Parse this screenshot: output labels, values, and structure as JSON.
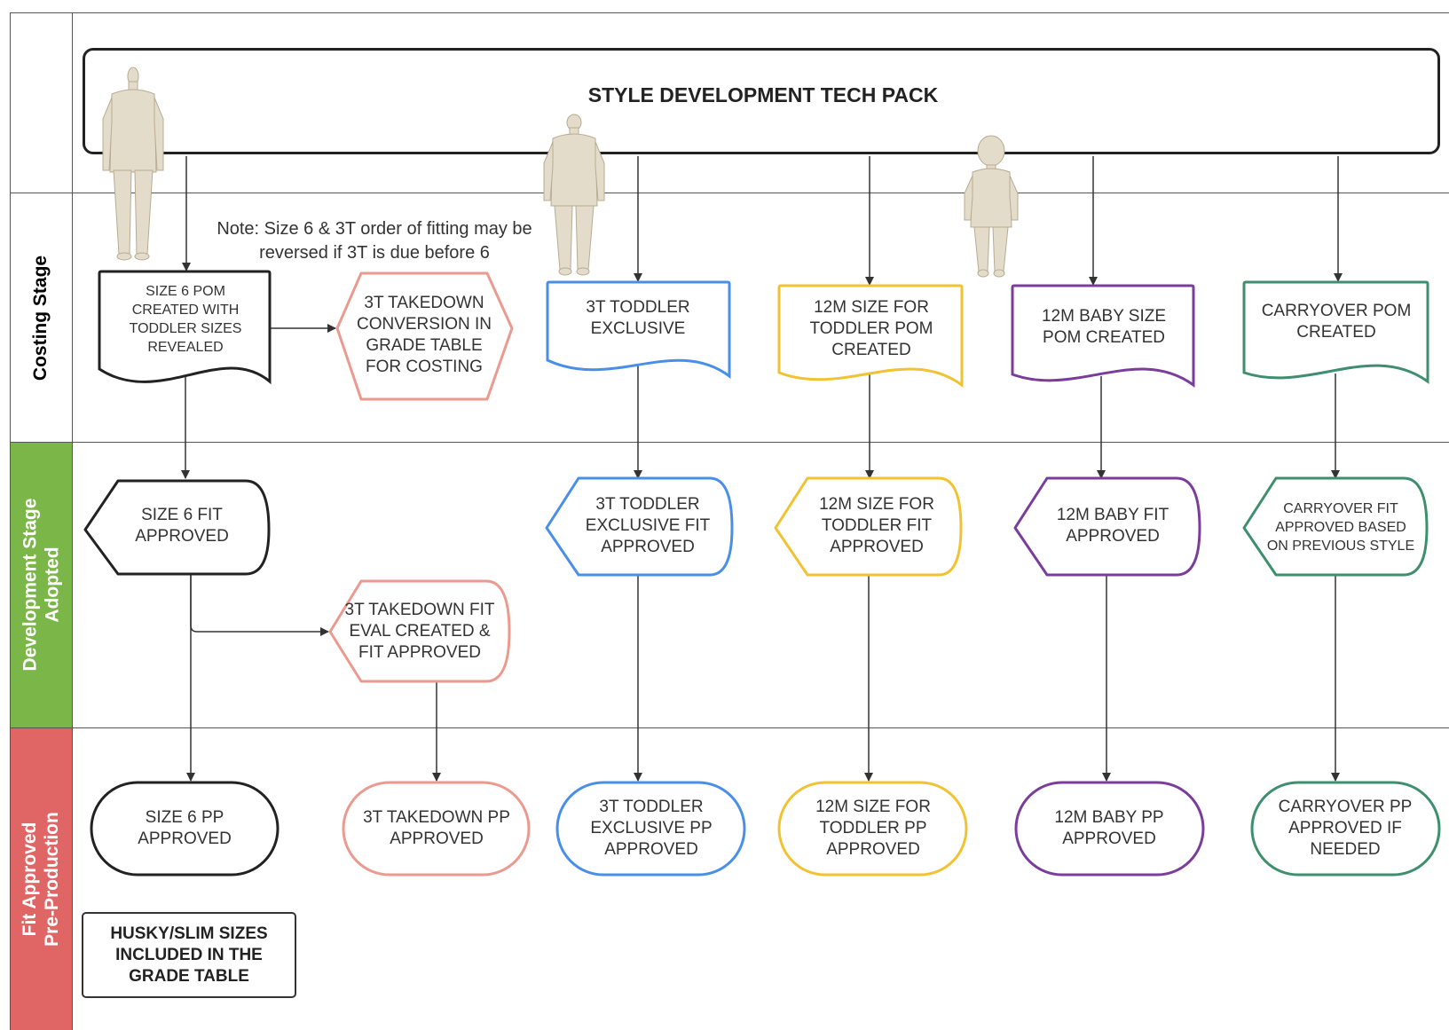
{
  "title": "STYLE DEVELOPMENT TECH PACK",
  "note": "Note: Size 6 & 3T order of fitting may be reversed if 3T is due before 6",
  "lanes": {
    "costing": "Costing Stage",
    "dev_line1": "Development Stage",
    "dev_line2": "Adopted",
    "fit_line1": "Fit Approved",
    "fit_line2": "Pre-Production"
  },
  "colors": {
    "black": "#222222",
    "salmon": "#ea9a8f",
    "blue": "#4a8fe7",
    "yellow": "#f1c232",
    "purple": "#7b3d9c",
    "green": "#3d8f6f",
    "dev_lane": "#7ab648",
    "fit_lane": "#e06666"
  },
  "costing": {
    "size6": "SIZE 6 POM CREATED WITH TODDLER SIZES REVEALED",
    "takedown": "3T TAKEDOWN CONVERSION IN GRADE TABLE FOR COSTING",
    "toddler3t": "3T TODDLER EXCLUSIVE",
    "m12_toddler": "12M  SIZE FOR TODDLER POM CREATED",
    "m12_baby": "12M BABY SIZE POM CREATED",
    "carryover": "CARRYOVER POM CREATED"
  },
  "development": {
    "size6": "SIZE 6 FIT APPROVED",
    "takedown": "3T TAKEDOWN FIT EVAL CREATED & FIT APPROVED",
    "toddler3t": "3T TODDLER EXCLUSIVE FIT APPROVED",
    "m12_toddler": "12M SIZE FOR TODDLER FIT APPROVED",
    "m12_baby": "12M BABY FIT APPROVED",
    "carryover": "CARRYOVER FIT APPROVED BASED ON PREVIOUS STYLE"
  },
  "preproduction": {
    "size6": "SIZE 6 PP APPROVED",
    "takedown": "3T TAKEDOWN PP APPROVED",
    "toddler3t": "3T TODDLER EXCLUSIVE PP APPROVED",
    "m12_toddler": "12M SIZE FOR TODDLER PP APPROVED",
    "m12_baby": "12M BABY PP APPROVED",
    "carryover": "CARRYOVER PP APPROVED IF NEEDED"
  },
  "legend": "HUSKY/SLIM SIZES INCLUDED IN THE GRADE TABLE",
  "icons": [
    "mannequin-child-icon",
    "mannequin-toddler-icon",
    "mannequin-baby-icon"
  ]
}
